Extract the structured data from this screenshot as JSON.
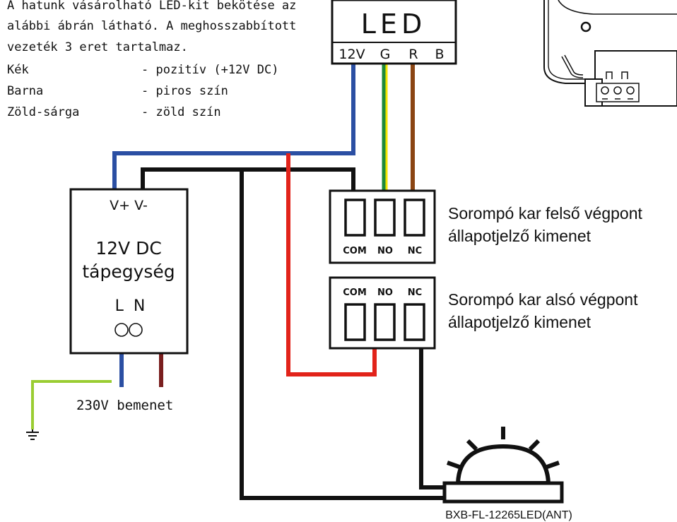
{
  "intro": {
    "line1": "A hatunk vásárolható LED-kit bekötése az",
    "line2": "alábbi ábrán látható. A meghosszabbított",
    "line3": "vezeték 3 eret tartalmaz."
  },
  "legend": [
    {
      "wire": "Kék",
      "meaning": "- pozitív (+12V DC)"
    },
    {
      "wire": "Barna",
      "meaning": "- piros szín"
    },
    {
      "wire": "Zöld-sárga",
      "meaning": "- zöld szín"
    }
  ],
  "led": {
    "title": "LED",
    "pins": [
      "12V",
      "G",
      "R",
      "B"
    ]
  },
  "psu": {
    "terminals": "V+ V-",
    "title_line1": "12V DC",
    "title_line2": "tápegység",
    "inputs": "L  N",
    "input_label": "230V bemenet"
  },
  "upper_relay": {
    "labels": [
      "COM",
      "NO",
      "NC"
    ],
    "caption_line1": "Sorompó kar felső végpont",
    "caption_line2": "állapotjelző kimenet"
  },
  "lower_relay": {
    "labels": [
      "COM",
      "NO",
      "NC"
    ],
    "caption_line1": "Sorompó kar alsó végpont",
    "caption_line2": "állapotjelző kimenet"
  },
  "beacon": {
    "model": "BXB-FL-12265LED(ANT)"
  },
  "colors": {
    "blue": "#2b4fa3",
    "black": "#111111",
    "red": "#e2231a",
    "green": "#1f8a3a",
    "yellow": "#f2e500",
    "brown": "#8b4513",
    "dark_red": "#7a1f1f",
    "earth_green": "#9acd32"
  }
}
